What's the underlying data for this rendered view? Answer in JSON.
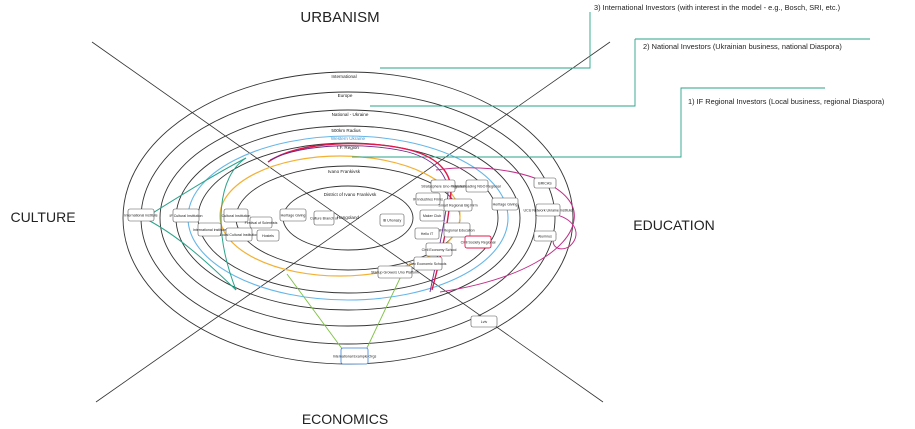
{
  "quadrants": {
    "top": "URBANISM",
    "left": "CULTURE",
    "right": "EDUCATION",
    "bottom": "ECONOMICS"
  },
  "rings": [
    {
      "label": "International"
    },
    {
      "label": "Europe"
    },
    {
      "label": "National - Ukraine"
    },
    {
      "label": "500km Radius"
    },
    {
      "label": "Western Ukraine"
    },
    {
      "label": "I.F. Region"
    },
    {
      "label": "Ivano Frankivsk"
    },
    {
      "label": "District of Ivano Frankivsk"
    },
    {
      "label": "Hangoland"
    }
  ],
  "investors": [
    {
      "label": "3) International Investors (with interest in the model - e.g., Bosch, SRI, etc.)"
    },
    {
      "label": "2) National Investors (Ukrainian business, national Diaspora)"
    },
    {
      "label": "1) IF Regional Investors  (Local business, regional Diaspora)"
    }
  ],
  "nodes": [
    {
      "label": "International institute"
    },
    {
      "label": "IF Cultural Institution"
    },
    {
      "label": "International institute"
    },
    {
      "label": "Cultural Institution"
    },
    {
      "label": "Local Cultural Institution"
    },
    {
      "label": "Festival of Scientists"
    },
    {
      "label": "Hostels"
    },
    {
      "label": "Heritage Giving"
    },
    {
      "label": "Culture Branch of"
    },
    {
      "label": "IB Uhonazy"
    },
    {
      "label": "Stratosphere Uno-Regional"
    },
    {
      "label": "Hostel leading NGO Regional"
    },
    {
      "label": "IF Industries Firms"
    },
    {
      "label": "Smart Regional Big Firm"
    },
    {
      "label": "Heritage Giving"
    },
    {
      "label": "Maker Club"
    },
    {
      "label": "Hello IT"
    },
    {
      "label": "IF Regional Education"
    },
    {
      "label": "Civil Society Regional"
    },
    {
      "label": "Civil Economy School"
    },
    {
      "label": "Dev Economic Schools"
    },
    {
      "label": "Startup Growers Uno Platform"
    },
    {
      "label": "BRICAS"
    },
    {
      "label": "UCU Network Ukraine Institute"
    },
    {
      "label": "Alumnus"
    },
    {
      "label": "Lviv"
    },
    {
      "label": "International Example Orgs"
    }
  ],
  "colors": {
    "axis": "#333333",
    "ring": "#333333",
    "orange_ring": "#f2b134",
    "blue_ring": "#66b6e8",
    "teal_connector": "#2aa38a",
    "green_line": "#7dc142",
    "red_curve": "#e0184c",
    "purple_curve": "#6a2a8c",
    "magenta_curve": "#c2308a",
    "node_border": "#555555",
    "node_highlight": "#3a7fd0"
  }
}
